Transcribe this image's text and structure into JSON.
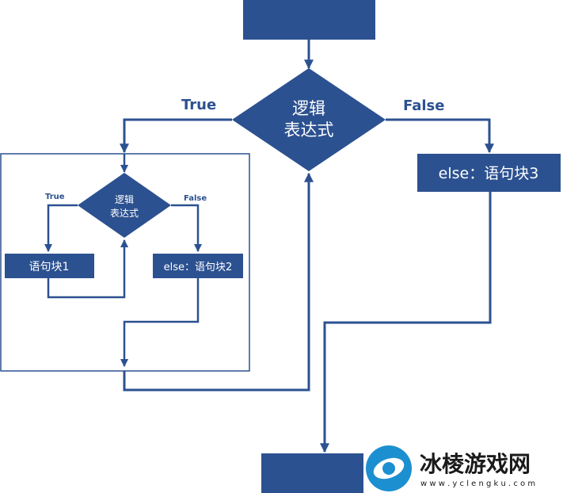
{
  "colors": {
    "node": "#2c5190",
    "node_text": "#ffffff",
    "label": "#2c5190",
    "frame": "#2c5190"
  },
  "outer": {
    "condition_line1": "逻辑",
    "condition_line2": "表达式",
    "true_label": "True",
    "false_label": "False",
    "false_block": "else：语句块3"
  },
  "inner": {
    "condition_line1": "逻辑",
    "condition_line2": "表达式",
    "true_label": "True",
    "false_label": "False",
    "true_block": "语句块1",
    "false_block": "else：语句块2"
  },
  "watermark": {
    "brand": "冰棱游戏网",
    "url": "w w w . y c l e n g k u . c o m"
  }
}
